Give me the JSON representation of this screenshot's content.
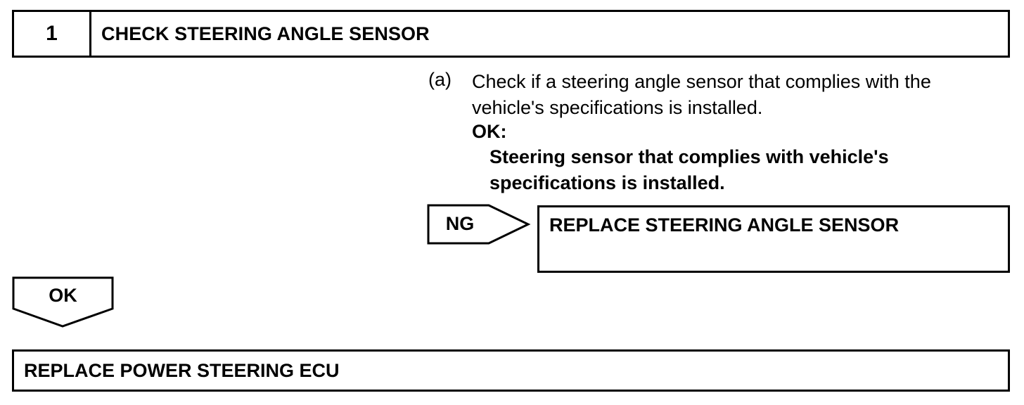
{
  "step": {
    "number": "1",
    "title": "CHECK STEERING ANGLE SENSOR"
  },
  "instruction": {
    "label": "(a)",
    "text": "Check if a steering angle sensor that complies with the vehicle's specifications is installed.",
    "ok_label": "OK:",
    "ok_text": "Steering sensor that complies with vehicle's specifications is installed."
  },
  "ng_branch": {
    "label": "NG",
    "result": "REPLACE STEERING ANGLE SENSOR"
  },
  "ok_branch": {
    "label": "OK",
    "result": "REPLACE POWER STEERING ECU"
  }
}
